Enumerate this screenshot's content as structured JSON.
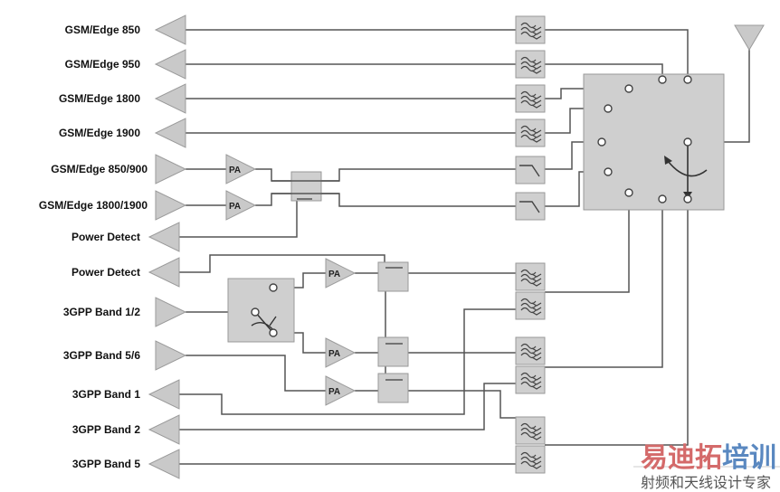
{
  "labels": [
    "GSM/Edge 850",
    "GSM/Edge 950",
    "GSM/Edge 1800",
    "GSM/Edge 1900",
    "GSM/Edge 850/900",
    "GSM/Edge 1800/1900",
    "Power Detect",
    "Power Detect",
    "3GPP Band 1/2",
    "3GPP Band 5/6",
    "3GPP Band 1",
    "3GPP Band 2",
    "3GPP Band 5"
  ],
  "pa_label": "PA",
  "watermark": {
    "title_red": "易迪拓",
    "title_blue": "培训",
    "subtitle": "射频和天线设计专家"
  }
}
